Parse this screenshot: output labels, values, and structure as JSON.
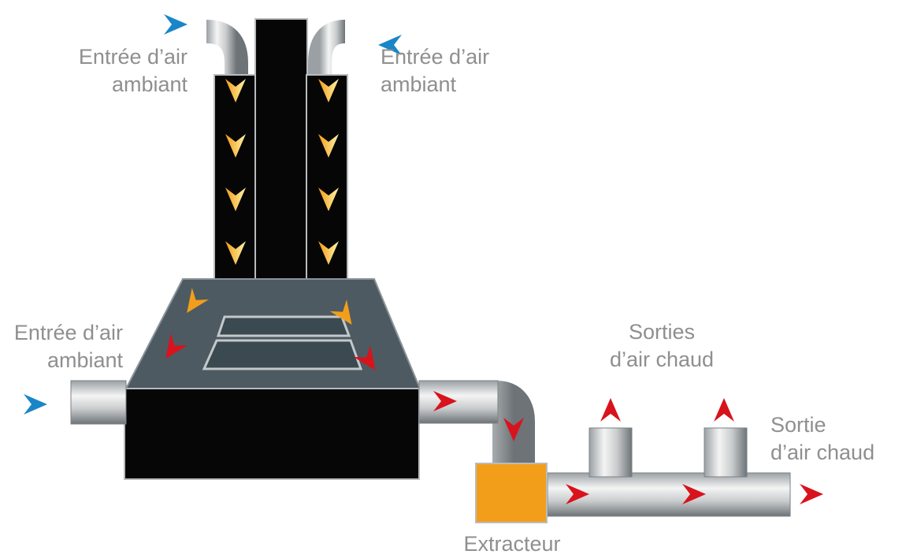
{
  "labels": {
    "inlet_top_left": [
      "Entrée d’air",
      "ambiant"
    ],
    "inlet_top_right": [
      "Entrée d’air",
      "ambiant"
    ],
    "inlet_side": [
      "Entrée d’air",
      "ambiant"
    ],
    "hot_outlets": [
      "Sorties",
      "d’air chaud"
    ],
    "hot_outlet": [
      "Sortie",
      "d’air chaud"
    ],
    "extractor": "Extracteur"
  },
  "colors": {
    "ambient_arrow": "#1a86c8",
    "hot_arrow": "#d8131c",
    "warm_arrow": "#f0a11a",
    "extractor": "#f29e1b",
    "hood": "#4d5a62",
    "dark": "#060606"
  },
  "icons": {
    "ambient": "blue-chevron-arrow-icon",
    "hot": "red-chevron-arrow-icon",
    "warm": "orange-chevron-arrow-icon"
  }
}
